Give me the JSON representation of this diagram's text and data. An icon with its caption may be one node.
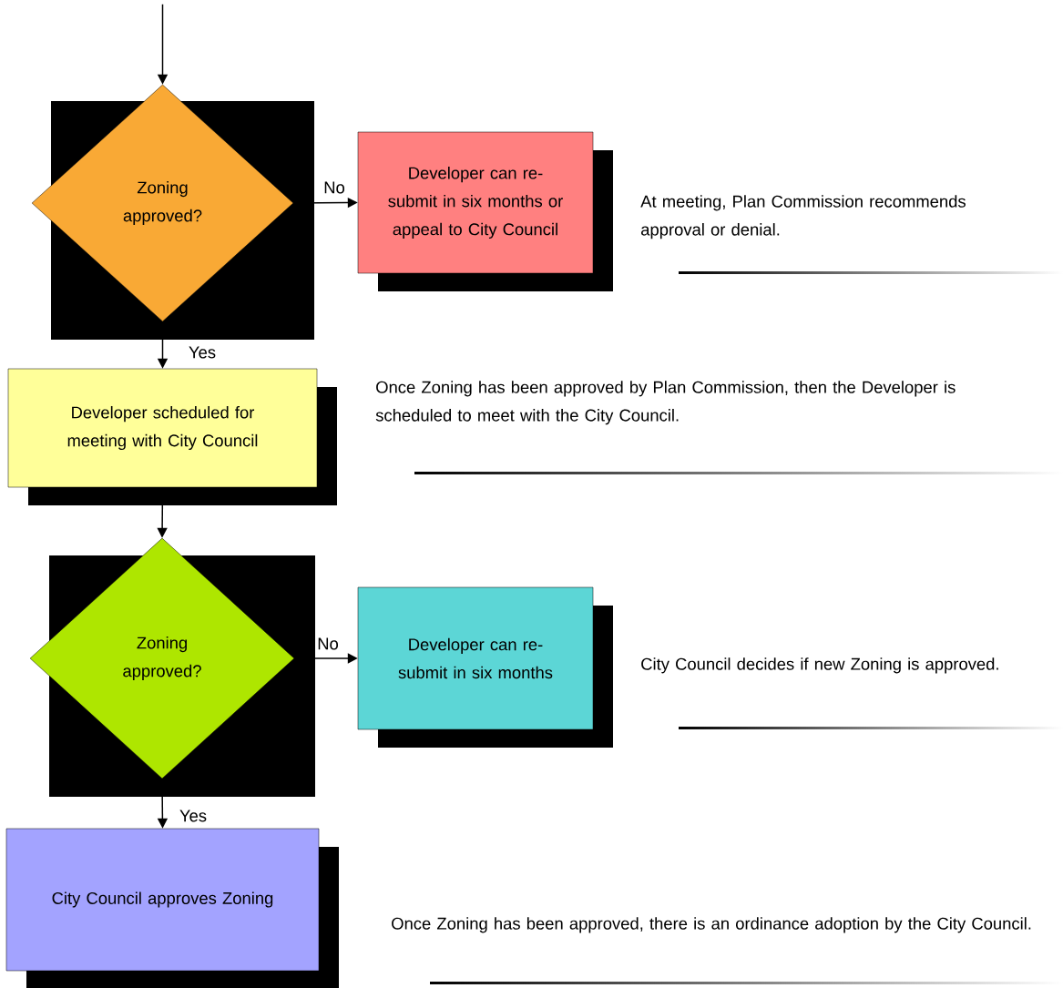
{
  "diagram": {
    "nodes": [
      {
        "text": [
          "Zoning approved?"
        ]
      },
      {
        "text": [
          "Developer can re-submit in six months or appeal to City Council"
        ]
      },
      {
        "text": [
          "Developer scheduled for meeting with City Council"
        ]
      },
      {
        "text": [
          "Zoning approved?"
        ]
      },
      {
        "text": [
          "Developer can re-submit in six months"
        ]
      },
      {
        "text": [
          "City Council approves Zoning"
        ]
      }
    ],
    "edges": [
      {
        "from": null,
        "to": 0,
        "arrow": "to"
      },
      {
        "from": 0,
        "to": 1,
        "arrow": "to",
        "label": "No"
      },
      {
        "from": 0,
        "to": 2,
        "arrow": "to",
        "label": "Yes"
      },
      {
        "from": 2,
        "to": 3,
        "arrow": "to"
      },
      {
        "from": 3,
        "to": 4,
        "arrow": "to",
        "label": "No"
      },
      {
        "from": 3,
        "to": 5,
        "arrow": "to",
        "label": "Yes"
      }
    ],
    "labels": [
      "At meeting, Plan Commission recommends approval or denial.",
      "Once Zoning has been approved by Plan Commission, then the Developer is scheduled to meet with the City Council.",
      "City Council decides if new Zoning is approved.",
      "Once Zoning has been approved, there is an ordinance adoption by the City Council."
    ]
  }
}
